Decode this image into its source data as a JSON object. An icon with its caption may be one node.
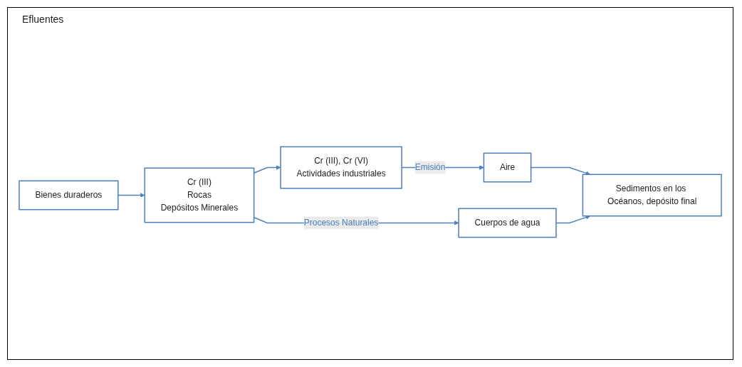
{
  "diagram": {
    "nodes": [
      {
        "text": [
          "Aire"
        ]
      },
      {
        "text": [
          "Bienes duraderos"
        ]
      },
      {
        "text": [
          "Cr (III), Cr (VI)",
          "Actividades industriales"
        ]
      },
      {
        "text": [
          "Cuerpos de agua"
        ]
      },
      {
        "text": [
          "Cr (III)",
          "Rocas",
          "Depósitos Minerales"
        ]
      },
      {
        "text": [
          "Sedimentos en los Océanos, depósito final"
        ]
      }
    ],
    "edges": [
      {
        "from": 1,
        "to": 4,
        "arrow": "to"
      },
      {
        "from": 4,
        "to": 2,
        "arrow": "to"
      },
      {
        "from": 2,
        "to": 0,
        "arrow": "to",
        "label": "Emisión"
      },
      {
        "from": 4,
        "to": 3,
        "arrow": "to",
        "label": "Procesos Naturales"
      },
      {
        "from": 0,
        "to": 5,
        "arrow": "to"
      },
      {
        "from": 3,
        "to": 5,
        "arrow": "to"
      }
    ],
    "labels": [
      "Efluentes"
    ]
  }
}
